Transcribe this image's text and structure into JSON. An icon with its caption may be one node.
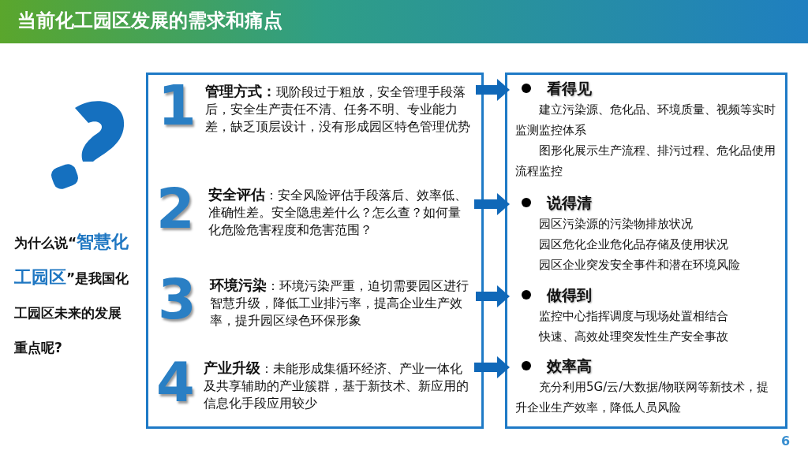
{
  "diagram": {
    "title": "当前化工园区发展的需求和痛点",
    "nodes": [
      {
        "text": [],
        "shape": "box"
      },
      {
        "text": [
          "1",
          "**管理方式：**现阶段过于粗放，安全管理手段落后，安全生产责任不清、任务不明、专业能力差，缺乏顶层设计，没有形成园区特色管理优势"
        ],
        "in": 0
      },
      {
        "text": [
          "2",
          "**安全评估**：安全风险评估手段落后、效率低、准确性差。安全隐患差什么？怎么查？如何量化危险危害程度和危害范围？"
        ],
        "in": 0
      },
      {
        "text": [
          "3",
          "**环境污染**：环境污染严重，迫切需要园区进行智慧升级，降低工业排污率，提高企业生产效率，提升园区绿色环保形象"
        ],
        "in": 0
      },
      {
        "text": [
          "4",
          "**产业升级**：未能形成集循环经济、产业一体化及共享辅助的产业簇群，基于新技术、新应用的信息化手段应用较少"
        ],
        "in": 0
      },
      {
        "text": [],
        "shape": "box"
      },
      {
        "text": [
          "看得见",
          "建立污染源、危化品、环境质量、视频等实时监测监控体系",
          "图形化展示生产流程、排污过程、危化品使用流程监控"
        ],
        "in": 5
      },
      {
        "text": [
          "说得清",
          "园区污染源的污染物排放状况",
          "园区危化企业危化品存储及使用状况",
          "园区企业突发安全事件和潜在环境风险"
        ],
        "in": 5
      },
      {
        "text": [
          "做得到",
          "监控中心指挥调度与现场处置相结合",
          "快速、高效处理突发性生产安全事故"
        ],
        "in": 5
      },
      {
        "text": [
          "效率高",
          "充分利用5G/云/大数据/物联网等新技术，提升企业生产效率，降低人员风险"
        ],
        "in": 5
      }
    ],
    "edges": [
      {
        "from": 1,
        "to": 6,
        "arrow": "to"
      },
      {
        "from": 2,
        "to": 7,
        "arrow": "to"
      },
      {
        "from": 3,
        "to": 8,
        "arrow": "to"
      },
      {
        "from": 4,
        "to": 9,
        "arrow": "to"
      }
    ],
    "labels": [
      "为什么说“**智慧化工园区**”是我国化工园区未来的发展重点呢?",
      "6"
    ]
  }
}
